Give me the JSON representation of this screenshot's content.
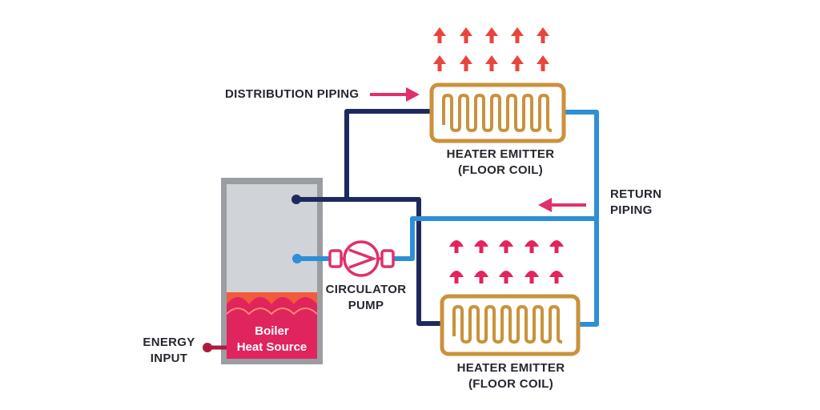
{
  "labels": {
    "distribution_piping": "DISTRIBUTION PIPING",
    "emitter_top_line1": "HEATER EMITTER",
    "emitter_top_line2": "(FLOOR COIL)",
    "return_line1": "RETURN",
    "return_line2": "PIPING",
    "pump_line1": "CIRCULATOR",
    "pump_line2": "PUMP",
    "emitter_bottom_line1": "HEATER EMITTER",
    "emitter_bottom_line2": "(FLOOR COIL)",
    "energy_line1": "ENERGY",
    "energy_line2": "INPUT",
    "boiler_line1": "Boiler",
    "boiler_line2": "Heat Source"
  },
  "colors": {
    "supply_pipe": "#1e2a5e",
    "return_pipe": "#2e8fd6",
    "coil": "#c9923b",
    "heat_arrow_top": "#e8463d",
    "heat_arrow_bottom": "#e3245d",
    "direction_arrow": "#e0306a",
    "boiler_flame": "#e0245e",
    "boiler_casing": "#9a9da2",
    "boiler_inner": "#d0d3d7"
  }
}
